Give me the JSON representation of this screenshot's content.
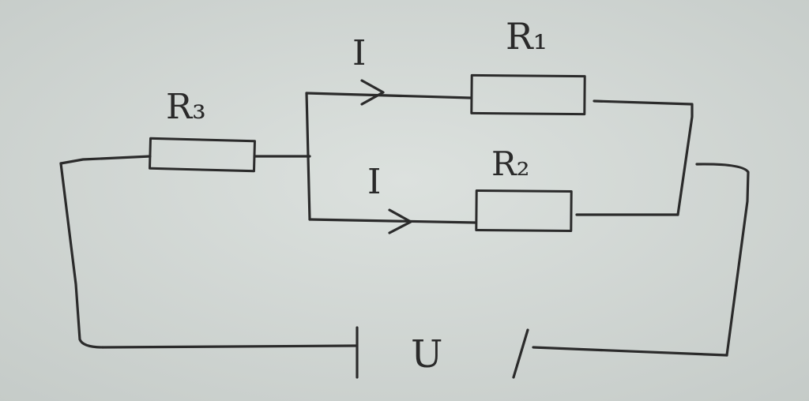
{
  "labels": {
    "r1": "R₁",
    "r2": "R₂",
    "r3": "R₃",
    "current_top": "I",
    "current_bottom": "I",
    "voltage": "U"
  },
  "colors": {
    "paper": "#d3d8d5",
    "ink": "#2b2b2b"
  }
}
